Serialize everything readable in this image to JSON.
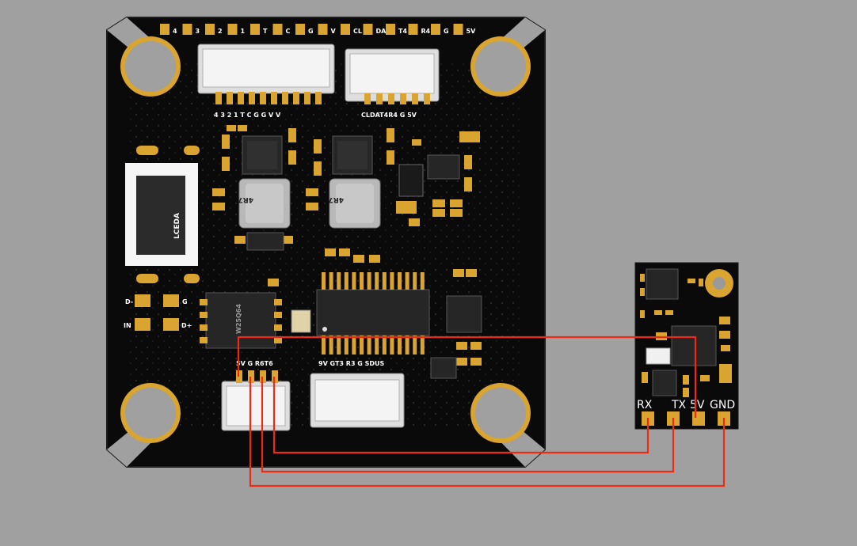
{
  "board": {
    "logo_text": "LCEDA",
    "top_pads": [
      "4",
      "3",
      "2",
      "1",
      "T",
      "C",
      "G",
      "V",
      "CL",
      "DA",
      "T4",
      "R4",
      "G",
      "5V"
    ],
    "motor_header_labels": [
      "4",
      "3",
      "2",
      "1",
      "T",
      "C",
      "G",
      "G",
      "V",
      "V"
    ],
    "i2c_header_label": "CLDAT4R4 G 5V",
    "inductor_label_1": "4R7",
    "inductor_label_2": "4R7",
    "flash_chip_label": "W25Q64",
    "left_pad_labels": [
      "D-",
      "G",
      "IN",
      "D+"
    ],
    "uart_header_label": "5V G R6T6",
    "right_header_label": "9V GT3 R3 G SDUS"
  },
  "receiver": {
    "pin_labels": [
      "RX",
      "TX",
      "5V",
      "GND"
    ]
  },
  "colors": {
    "background": "#a0a0a0",
    "pcb": "#0a0a0a",
    "gold": "#d9a430",
    "wire": "#ee2a14"
  }
}
